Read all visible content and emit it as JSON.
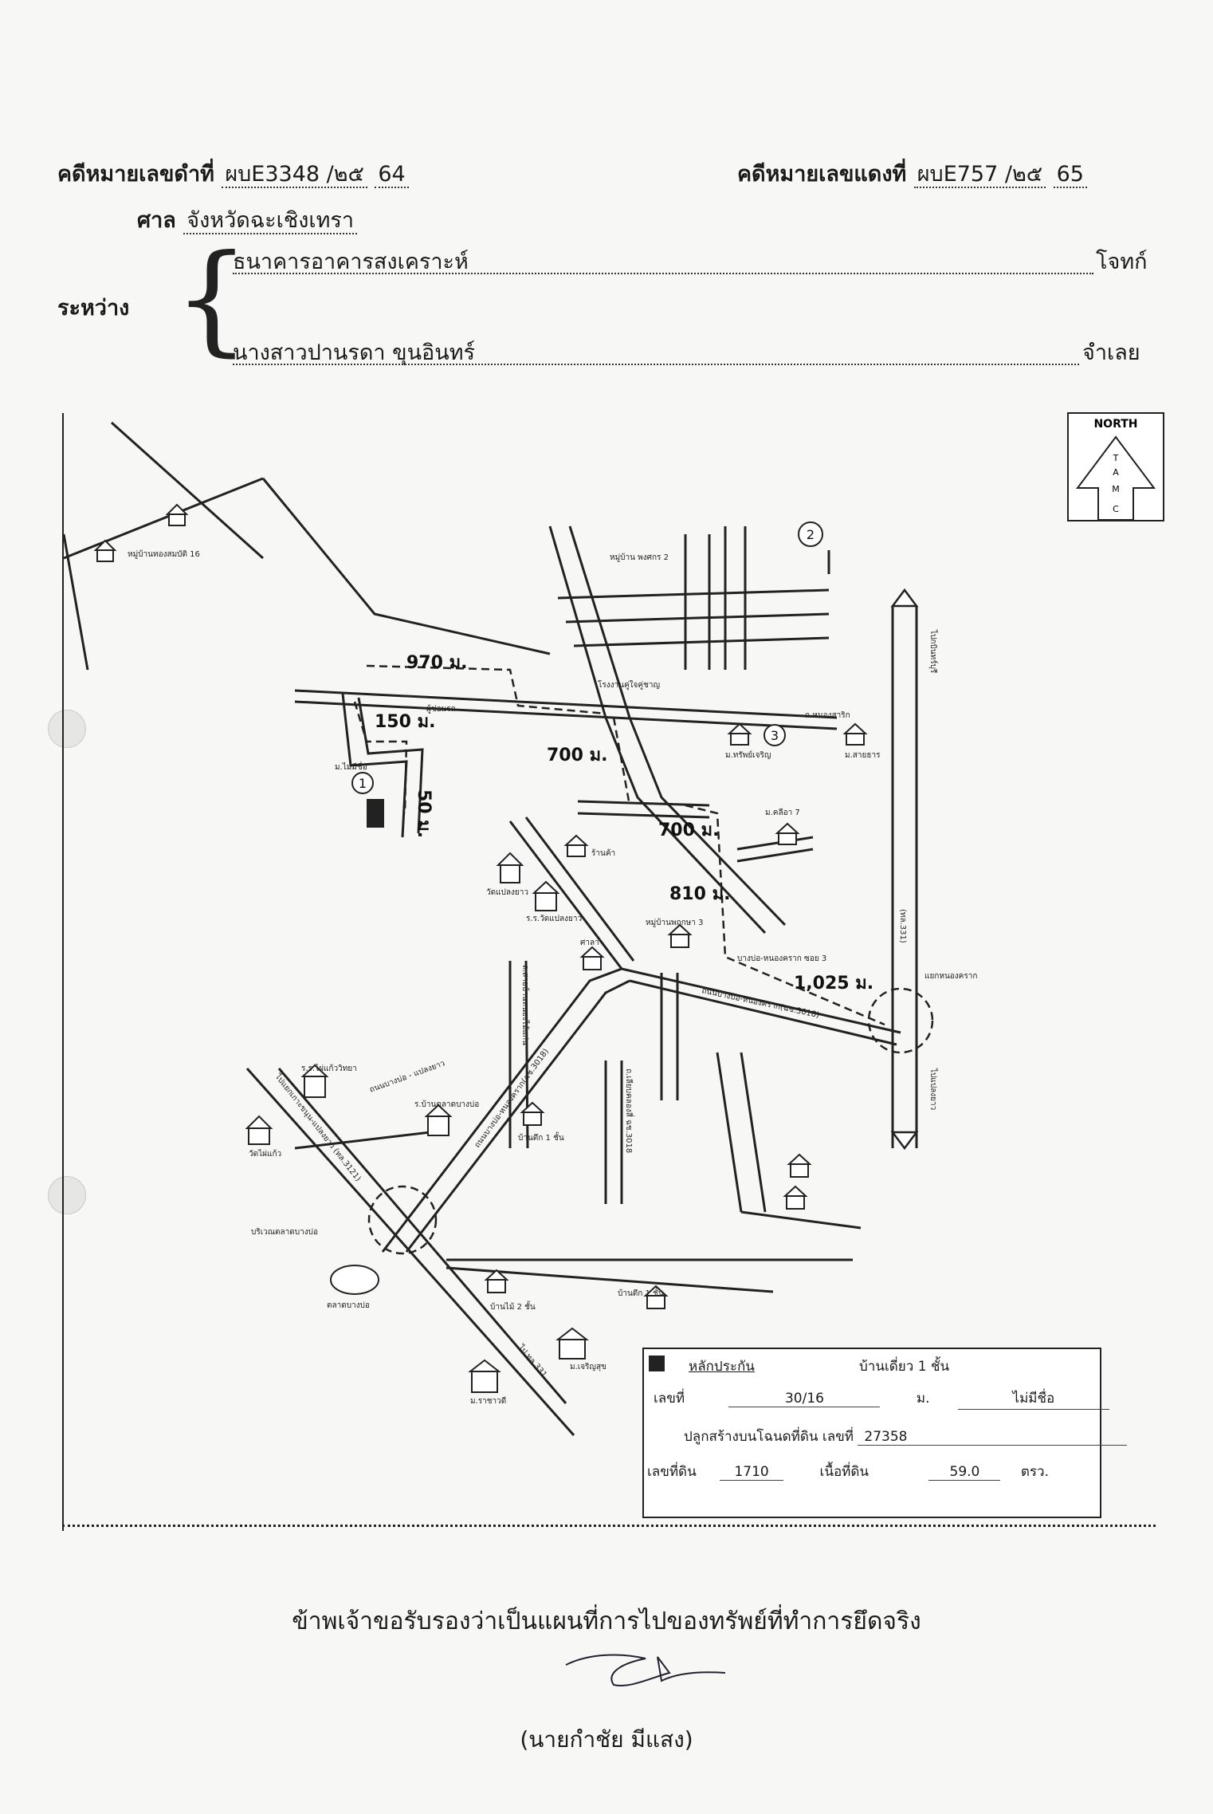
{
  "header": {
    "black_case_label": "คดีหมายเลขดำที่",
    "black_case_no": "ผบE3348 /๒๕",
    "black_case_year": "64",
    "red_case_label": "คดีหมายเลขแดงที่",
    "red_case_no": "ผบE757 /๒๕",
    "red_case_year": "65",
    "court_label": "ศาล",
    "court_name": "จังหวัดฉะเชิงเทรา",
    "between_label": "ระหว่าง",
    "plaintiff_name": "ธนาคารอาคารสงเคราะห์",
    "plaintiff_role": "โจทก์",
    "defendant_name": "นางสาวปานรดา ขุนอินทร์",
    "defendant_role": "จำเลย"
  },
  "compass": {
    "top": "NORTH",
    "letters": [
      "T",
      "A",
      "M",
      "C"
    ]
  },
  "map_labels": {
    "village16": "หมู่บ้านทองสมบัติ 16",
    "village2": "หมู่บ้าน พงศกร 2",
    "marker1": "1",
    "marker2": "2",
    "marker3": "3",
    "dist_970": "970 ม.",
    "dist_150": "150 ม.",
    "dist_50": "50 ม.",
    "dist_700a": "700 ม.",
    "dist_700b": "700 ม.",
    "dist_810": "810 ม.",
    "dist_1025": "1,025 ม.",
    "factory": "โรงงานคู่ใจคู่ชาญ",
    "soi_nongsarak": "ถ.หนองสาริก",
    "house_target": "ม.ไม่มีชื่อ",
    "shop_small": "ผู้ซ่อมรถ",
    "ban_sap": "ม.ทรัพย์เจริญ",
    "ban_sai": "ม.สายธาร",
    "ban_kriya": "ม.คลีอา 7",
    "shop": "ร้านค้า",
    "wat_plaeng": "วัดแปลงยาว",
    "rr_wat": "ร.ร.วัดแปลงยาว",
    "sala": "ศาลา",
    "ban_suanthip": "หมู่บ้านพฤกษา 3",
    "road_nongkrok": "บางบ่อ-หนองคราก ซอย 3",
    "road_main": "ถนนบางบ่อ-หนองคราก(ฉช.3018)",
    "road_north": "ไปกบินทร์บุรี",
    "road_south": "ไปแปลงยาว",
    "hw331": "(ทล.331)",
    "junction": "แยกหนองคราก",
    "rr_phai": "ร.ร.ไผ่แก้ววิทยา",
    "wat_phai": "วัดไผ่แก้ว",
    "market_ban": "ร.บ้านตลาดบางบ่อ",
    "ban_tuek1": "บ้านตึก 1 ชั้น",
    "market_area": "บริเวณตลาดบางบ่อ",
    "market": "ตลาดบางบ่อ",
    "ban_mai2": "บ้านไม้ 2 ชั้น",
    "ban_tuek1b": "บ้านตึก 1 ชั้น",
    "ban_charoen": "ม.เจริญสุข",
    "ban_rachawadee": "ม.ราชาวดี",
    "hw331b": "ไป ทล.331",
    "road_sw": "ไปแยกเกาะขนุน-แปลงยาว (ทล.3121)",
    "road_mid1": "ถนนบางบ่อ-หนองคราก(ฉช.3018)",
    "road_mid2": "ถ.เลียบคลองสี่ ฉช.3018",
    "road_mid3": "ถ.สายบ้านหนองไม้แก่น",
    "road_w": "ถนนบางบ่อ - แปลงยาว"
  },
  "legend": {
    "title": "หลักประกัน",
    "type": "บ้านเดี่ยว 1   ชั้น",
    "no_label": "เลขที่",
    "no_value": "30/16",
    "moo_label": "ม.",
    "moo_value": "ไม่มีชื่อ",
    "deed_label": "ปลูกสร้างบนโฉนดที่ดิน เลขที่",
    "deed_value": "27358",
    "land_no_label": "เลขที่ดิน",
    "land_no_value": "1710",
    "area_label": "เนื้อที่ดิน",
    "area_value": "59.0",
    "area_unit": "ตรว."
  },
  "footer": {
    "certification": "ข้าพเจ้าขอรับรองว่าเป็นแผนที่การไปของทรัพย์ที่ทำการยึดจริง",
    "signer": "(นายกำชัย มีแสง)"
  }
}
